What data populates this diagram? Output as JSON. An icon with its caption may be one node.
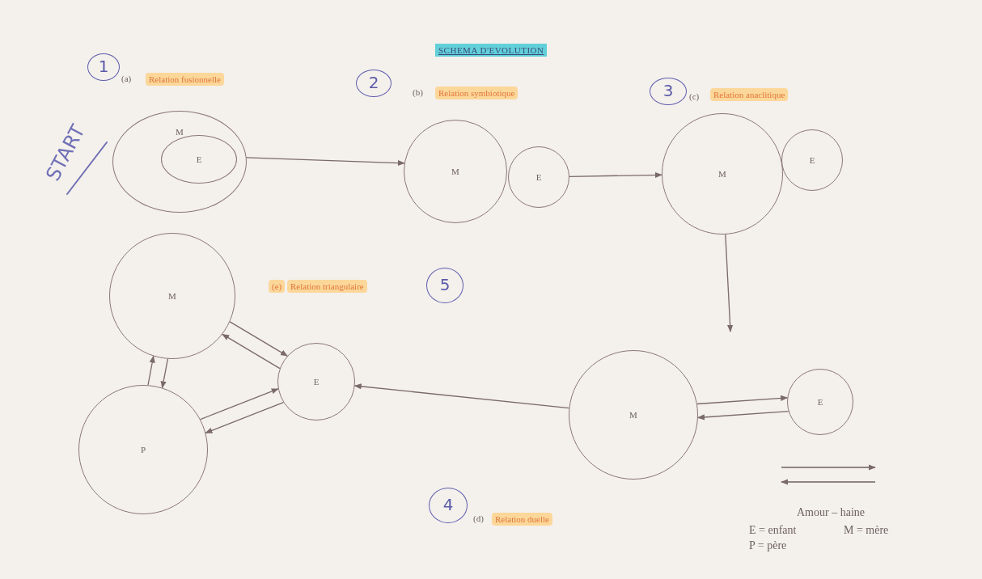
{
  "diagram": {
    "title": "SCHEMA D'EVOLUTION",
    "nodes": [
      {
        "text": [
          "M"
        ]
      },
      {
        "text": [
          "E"
        ],
        "in": 0
      },
      {
        "text": [
          "M"
        ]
      },
      {
        "text": [
          "E"
        ]
      },
      {
        "text": [
          "M"
        ]
      },
      {
        "text": [
          "E"
        ]
      },
      {
        "text": [
          "M"
        ]
      },
      {
        "text": [
          "E"
        ]
      },
      {
        "text": [
          "M"
        ]
      },
      {
        "text": [
          "P"
        ]
      },
      {
        "text": [
          "E"
        ]
      }
    ],
    "edges": [
      {
        "from": 0,
        "to": 2,
        "arrow": "to"
      },
      {
        "from": 3,
        "to": 4,
        "arrow": "to"
      },
      {
        "from": 4,
        "to": null,
        "arrow": "to"
      },
      {
        "from": 6,
        "to": 10,
        "arrow": "to"
      },
      {
        "from": 6,
        "to": 7,
        "arrow": "to"
      },
      {
        "from": 7,
        "to": 6,
        "arrow": "to"
      },
      {
        "from": 8,
        "to": 9,
        "arrow": "to"
      },
      {
        "from": 9,
        "to": 8,
        "arrow": "to"
      },
      {
        "from": 8,
        "to": 10,
        "arrow": "to"
      },
      {
        "from": 10,
        "to": 8,
        "arrow": "to"
      },
      {
        "from": 9,
        "to": 10,
        "arrow": "to"
      },
      {
        "from": 10,
        "to": 9,
        "arrow": "to"
      }
    ],
    "labels": [
      "1",
      "(a)",
      "Relation fusionnelle",
      "2",
      "(b)",
      "Relation symbiotique",
      "3",
      "(c)",
      "Relation anaclitique",
      "START",
      "(e)",
      "Relation triangulaire",
      "5",
      "4",
      "(d)",
      "Relation duelle",
      "E = enfant",
      "M = mère",
      "P = père"
    ],
    "legend": [
      {
        "text": "Amour – haine"
      }
    ]
  }
}
